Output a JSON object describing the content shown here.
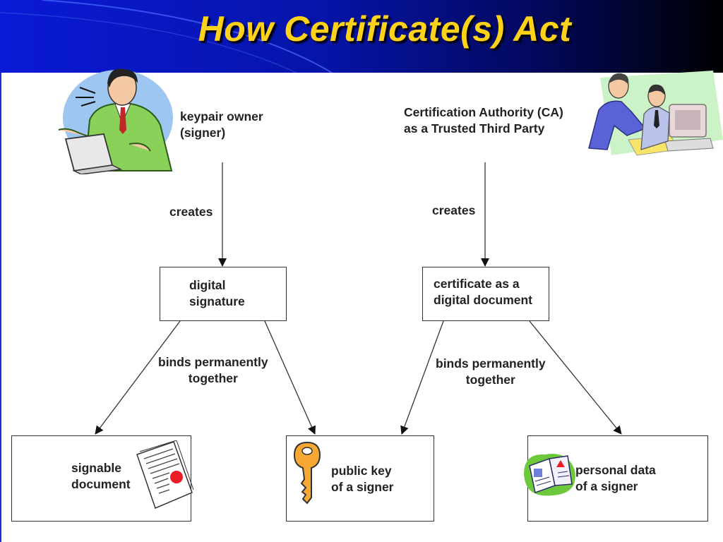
{
  "title": "How Certificate(s) Act",
  "left": {
    "actor": "keypair owner\n(signer)",
    "action": "creates",
    "artifact": "digital\nsignature",
    "relation": "binds permanently\ntogether"
  },
  "right": {
    "actor": "Certification Authority (CA)\nas a Trusted Third Party",
    "action": "creates",
    "artifact": "certificate as a\ndigital document",
    "relation": "binds permanently\ntogether"
  },
  "bottom": {
    "signable_document": "signable\ndocument",
    "public_key": "public key\nof a signer",
    "personal_data": "personal data\nof a signer"
  },
  "icons": {
    "signer": "businessman-with-laptop-icon",
    "ca": "people-at-computer-icon",
    "document": "sealed-document-icon",
    "key": "key-icon",
    "passport": "passport-icon"
  },
  "colors": {
    "title": "#ffd21a",
    "header_left": "#0a1ad6",
    "header_right": "#000000"
  }
}
